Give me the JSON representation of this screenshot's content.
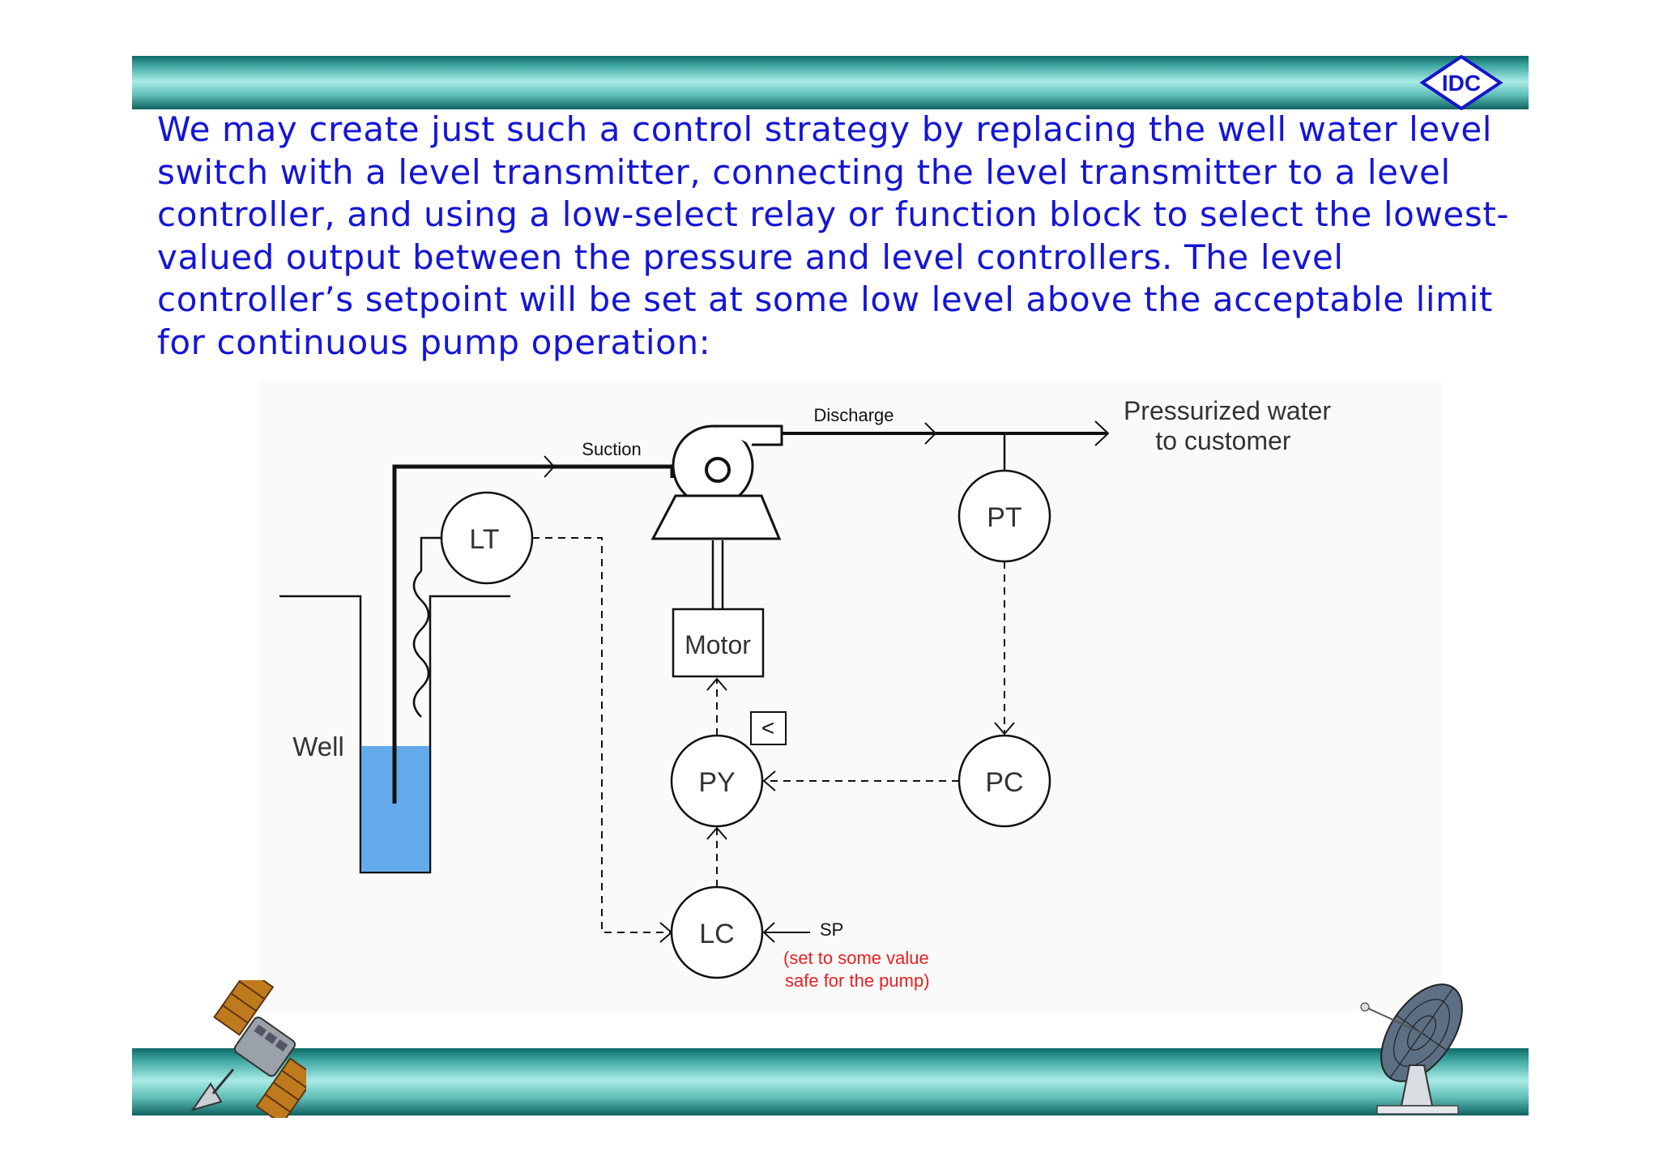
{
  "logo": {
    "text": "IDC"
  },
  "body_text": "We may create just such a control strategy by replacing the well water level switch with a level transmitter, connecting the level transmitter to a level controller, and using a low-select relay or function block to select the lowest-valued output between the pressure and level controllers. The level controller’s setpoint will be set at some low level above the acceptable limit for continuous pump operation:",
  "diagram": {
    "suction": "Suction",
    "discharge": "Discharge",
    "pressurized_line1": "Pressurized water",
    "pressurized_line2": "to customer",
    "well": "Well",
    "lt": "LT",
    "pt": "PT",
    "motor": "Motor",
    "low_select": "<",
    "py": "PY",
    "pc": "PC",
    "lc": "LC",
    "sp": "SP",
    "sp_note_line1": "(set to some value",
    "sp_note_line2": "safe for the pump)"
  },
  "colors": {
    "text_blue": "#1515d6",
    "water": "#62aaea",
    "sp_note_red": "#e82020",
    "band_teal": "#3fa7a1"
  },
  "icons": [
    "satellite-icon",
    "satellite-dish-icon"
  ]
}
